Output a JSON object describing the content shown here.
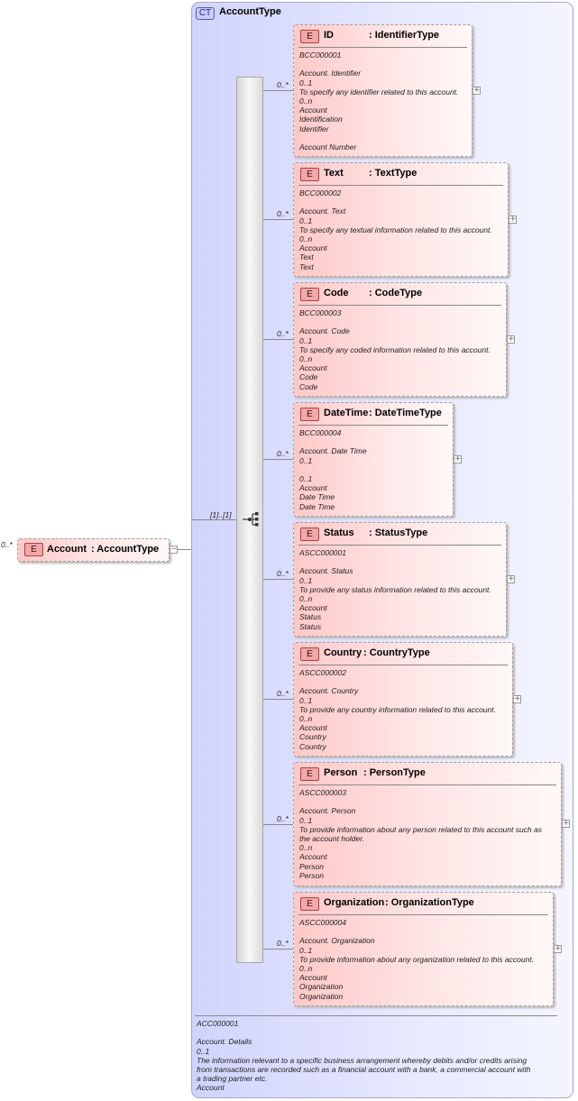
{
  "complex_type": {
    "badge": "CT",
    "title": "AccountType"
  },
  "root": {
    "badge": "E",
    "occurrence": "0..*",
    "name": "Account",
    "type": ": AccountType"
  },
  "sequence": {
    "occurrence": "[1]..[1]"
  },
  "elements": [
    {
      "badge": "E",
      "name": "ID",
      "type": ": IdentifierType",
      "occurrence": "0..*",
      "doc": [
        "BCC000001",
        "",
        "Account. Identifier",
        "0..1",
        "To specify any identifier related to this account.",
        "0..n",
        "Account",
        "Identification",
        "Identifier",
        "",
        "Account Number"
      ]
    },
    {
      "badge": "E",
      "name": "Text",
      "type": ": TextType",
      "occurrence": "0..*",
      "doc": [
        "BCC000002",
        "",
        "Account. Text",
        "0..1",
        "To specify any textual information related to this account.",
        "0..n",
        "Account",
        "Text",
        "Text"
      ]
    },
    {
      "badge": "E",
      "name": "Code",
      "type": ": CodeType",
      "occurrence": "0..*",
      "doc": [
        "BCC000003",
        "",
        "Account. Code",
        "0..1",
        "To specify any coded information related to this account.",
        "0..n",
        "Account",
        "Code",
        "Code"
      ]
    },
    {
      "badge": "E",
      "name": "DateTime",
      "type": ": DateTimeType",
      "occurrence": "0..*",
      "doc": [
        "BCC000004",
        "",
        "Account. Date Time",
        "0..1",
        "",
        "0..1",
        "Account",
        "Date Time",
        "Date Time"
      ]
    },
    {
      "badge": "E",
      "name": "Status",
      "type": ": StatusType",
      "occurrence": "0..*",
      "doc": [
        "ASCC000001",
        "",
        "Account. Status",
        "0..1",
        "To provide any status information related to this account.",
        "0..n",
        "Account",
        "Status",
        "Status"
      ]
    },
    {
      "badge": "E",
      "name": "Country",
      "type": ": CountryType",
      "occurrence": "0..*",
      "doc": [
        "ASCC000002",
        "",
        "Account. Country",
        "0..1",
        "To provide any country information related to this account.",
        "0..n",
        "Account",
        "Country",
        "Country"
      ]
    },
    {
      "badge": "E",
      "name": "Person",
      "type": ": PersonType",
      "occurrence": "0..*",
      "doc": [
        "ASCC000003",
        "",
        "Account. Person",
        "0..1",
        "To provide information about any person related to this account such as",
        "the account holder.",
        "0..n",
        "Account",
        "Person",
        "Person"
      ]
    },
    {
      "badge": "E",
      "name": "Organization",
      "type": ": OrganizationType",
      "occurrence": "0..*",
      "doc": [
        "ASCC000004",
        "",
        "Account. Organization",
        "0..1",
        "To provide information about any organization related to this account.",
        "0..n",
        "Account",
        "Organization",
        "Organization"
      ]
    }
  ],
  "type_doc": [
    "ACC000001",
    "",
    "Account. Details",
    "0..1",
    "The information relevant to a specific business arrangement whereby debits and/or credits arising",
    "from transactions are recorded such as a financial account with a bank, a commercial account with",
    "a trading partner etc.",
    "Account"
  ],
  "icons": {
    "expand": "plus-icon",
    "collapse": "minus-icon",
    "sequence": "sequence-compositor-icon"
  },
  "colors": {
    "element_fill": "#ffc8c8",
    "complex_type_fill": "#d0d4fb",
    "border": "#a0a0a0"
  }
}
